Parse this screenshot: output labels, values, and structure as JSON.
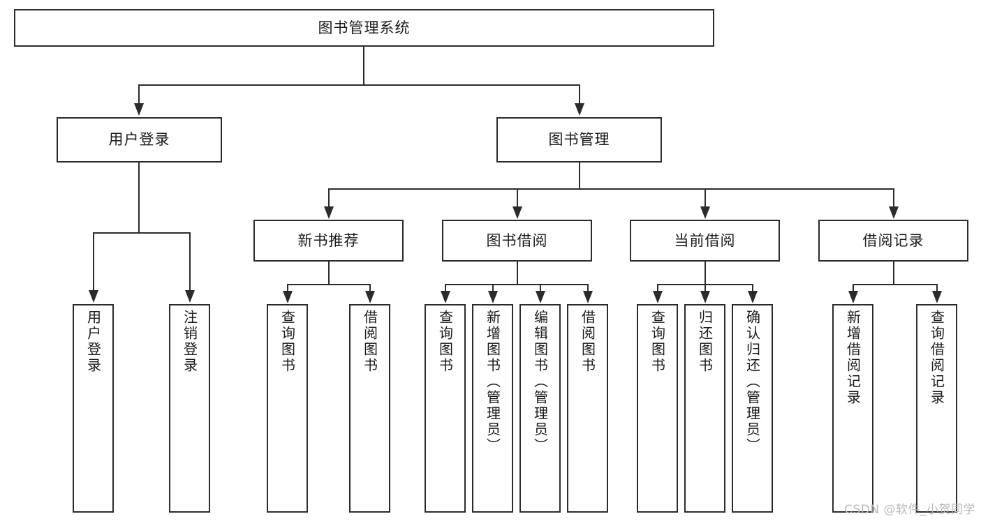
{
  "diagram": {
    "title": "图书管理系统",
    "type": "hierarchy-tree",
    "root": {
      "label": "图书管理系统"
    },
    "level1": [
      {
        "label": "用户登录"
      },
      {
        "label": "图书管理"
      }
    ],
    "level2": [
      {
        "label": "新书推荐"
      },
      {
        "label": "图书借阅"
      },
      {
        "label": "当前借阅"
      },
      {
        "label": "借阅记录"
      }
    ],
    "leaves": {
      "user_login": [
        {
          "label": "用户登录"
        },
        {
          "label": "注销登录"
        }
      ],
      "new_book_recommend": [
        {
          "label": "查询图书"
        },
        {
          "label": "借阅图书"
        }
      ],
      "book_borrow": [
        {
          "label": "查询图书"
        },
        {
          "label": "新增图书（管理员）"
        },
        {
          "label": "编辑图书（管理员）"
        },
        {
          "label": "借阅图书"
        }
      ],
      "current_borrow": [
        {
          "label": "查询图书"
        },
        {
          "label": "归还图书"
        },
        {
          "label": "确认归还（管理员）"
        }
      ],
      "borrow_record": [
        {
          "label": "新增借阅记录"
        },
        {
          "label": "查询借阅记录"
        }
      ]
    }
  },
  "watermark": {
    "text": "CSDN @软件_小贺同学"
  },
  "colors": {
    "stroke": "#2b2b2b",
    "fill": "#ffffff",
    "text": "#1a1a1a",
    "watermark": "#b9b9b9"
  }
}
